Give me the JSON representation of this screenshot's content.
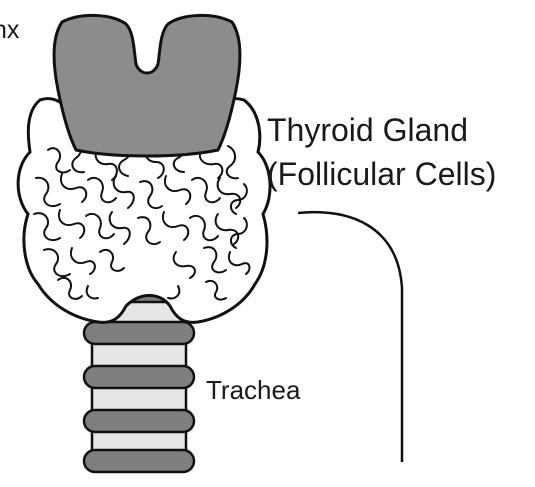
{
  "labels": {
    "larynx": "nx",
    "thyroid_line1": "Thyroid Gland",
    "thyroid_line2": "(Follicular Cells)",
    "trachea": "Trachea"
  },
  "colors": {
    "stroke": "#111111",
    "cartilage": "#8c8c8c",
    "tissue": "#ffffff",
    "ring_light": "#e6e6e6",
    "ring_dark": "#7f7f7f"
  }
}
